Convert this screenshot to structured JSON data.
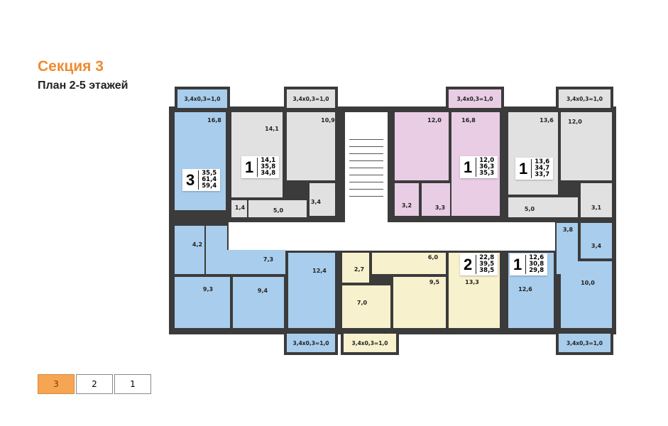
{
  "header": {
    "title": "Секция 3",
    "subtitle": "План 2-5 этажей"
  },
  "colors": {
    "title": "#f08a30",
    "blue": "#a9cdec",
    "gray": "#e1e1e1",
    "pink": "#e8cde4",
    "yellow": "#f7f1cd",
    "wall": "#3b3b3b",
    "active_tab": "#f6a553"
  },
  "apartments": [
    {
      "rooms": "3",
      "areas": [
        "35,5",
        "61,4",
        "59,4"
      ],
      "color": "blue"
    },
    {
      "rooms": "1",
      "areas": [
        "14,1",
        "35,8",
        "34,8"
      ],
      "color": "gray"
    },
    {
      "rooms": "1",
      "areas": [
        "12,0",
        "36,3",
        "35,3"
      ],
      "color": "pink"
    },
    {
      "rooms": "1",
      "areas": [
        "13,6",
        "34,7",
        "33,7"
      ],
      "color": "gray"
    },
    {
      "rooms": "2",
      "areas": [
        "22,8",
        "39,5",
        "38,5"
      ],
      "color": "yellow"
    },
    {
      "rooms": "1",
      "areas": [
        "12,6",
        "30,8",
        "29,8"
      ],
      "color": "blue"
    }
  ],
  "rooms": [
    {
      "area": "16,8",
      "color": "blue"
    },
    {
      "area": "4,2",
      "color": "blue"
    },
    {
      "area": "7,3",
      "color": "blue"
    },
    {
      "area": "",
      "color": "blue"
    },
    {
      "area": "9,3",
      "color": "blue"
    },
    {
      "area": "9,4",
      "color": "blue"
    },
    {
      "area": "12,4",
      "color": "blue"
    },
    {
      "area": "14,1",
      "color": "gray"
    },
    {
      "area": "10,9",
      "color": "gray"
    },
    {
      "area": "3,4",
      "color": "gray"
    },
    {
      "area": "1,4",
      "color": "gray"
    },
    {
      "area": "5,0",
      "color": "gray"
    },
    {
      "area": "12,0",
      "color": "pink"
    },
    {
      "area": "16,8",
      "color": "pink"
    },
    {
      "area": "3,2",
      "color": "pink"
    },
    {
      "area": "3,3",
      "color": "pink"
    },
    {
      "area": "13,6",
      "color": "gray"
    },
    {
      "area": "12,0",
      "color": "gray"
    },
    {
      "area": "5,0",
      "color": "gray"
    },
    {
      "area": "3,1",
      "color": "gray"
    },
    {
      "area": "2,7",
      "color": "yellow"
    },
    {
      "area": "7,0",
      "color": "yellow"
    },
    {
      "area": "6,0",
      "color": "yellow"
    },
    {
      "area": "9,5",
      "color": "yellow"
    },
    {
      "area": "13,3",
      "color": "yellow"
    },
    {
      "area": "12,6",
      "color": "blue"
    },
    {
      "area": "3,8",
      "color": "blue"
    },
    {
      "area": "3,4",
      "color": "blue"
    },
    {
      "area": "10,0",
      "color": "blue"
    }
  ],
  "balconies": [
    {
      "label": "3,4x0,3=1,0",
      "color": "blue"
    },
    {
      "label": "3,4x0,3=1,0",
      "color": "gray"
    },
    {
      "label": "3,4x0,3=1,0",
      "color": "pink"
    },
    {
      "label": "3,4x0,3=1,0",
      "color": "gray"
    },
    {
      "label": "3,4x0,3=1,0",
      "color": "blue"
    },
    {
      "label": "3,4x0,3=1,0",
      "color": "yellow"
    },
    {
      "label": "3,4x0,3=1,0",
      "color": "blue"
    }
  ],
  "floor_tabs": [
    {
      "label": "3",
      "active": true
    },
    {
      "label": "2",
      "active": false
    },
    {
      "label": "1",
      "active": false
    }
  ]
}
